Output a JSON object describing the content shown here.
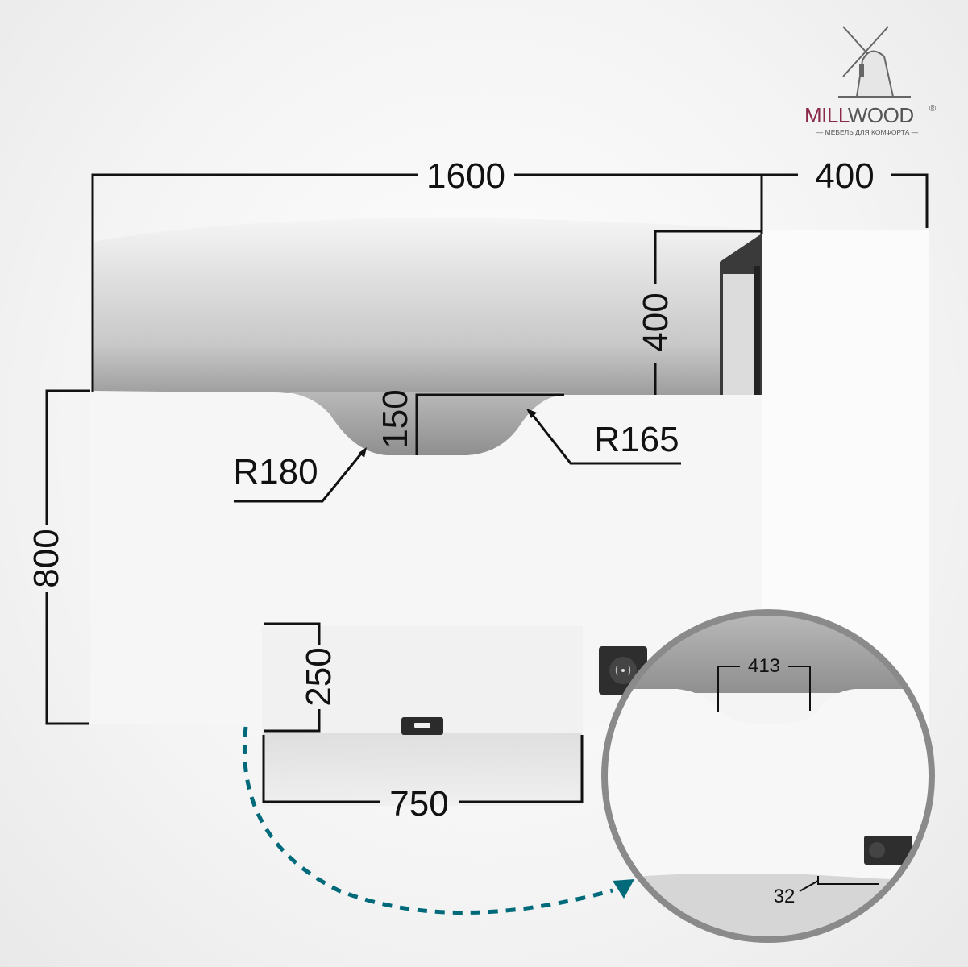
{
  "brand": {
    "name_part1": "MILL",
    "name_part2": "WOOD",
    "registered": "®",
    "tagline": "— МЕБЕЛЬ ДЛЯ КОМФОРТА —",
    "accent_color": "#8a2a4a",
    "gray_color": "#555555"
  },
  "dimensions": {
    "total_width": "1600",
    "side_width": "400",
    "depth": "800",
    "side_depth": "400",
    "cutout_depth": "150",
    "radius_left": "R180",
    "radius_right": "R165",
    "drawer_height": "250",
    "drawer_width": "750"
  },
  "detail_view": {
    "cutout_width": "413",
    "edge_offset": "32"
  },
  "colors": {
    "arrow": "#006a7a",
    "ring": "#8a8a8a",
    "line": "#111111"
  },
  "icons": {
    "charger": "wireless-charger-icon",
    "lock": "drawer-lock-icon",
    "windmill": "windmill-logo-icon"
  }
}
